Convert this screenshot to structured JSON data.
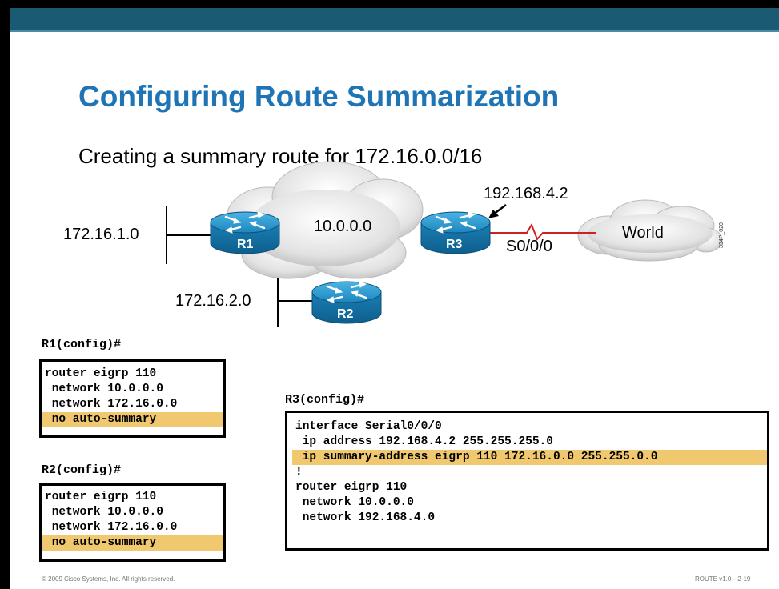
{
  "title": "Configuring Route Summarization",
  "subtitle": "Creating a summary route for 172.16.0.0/16",
  "diagram": {
    "networks": {
      "r1_lan": "172.16.1.0",
      "r2_lan": "172.16.2.0",
      "core": "10.0.0.0",
      "world": "World",
      "r3_ip": "192.168.4.2",
      "r3_serial": "S0/0/0"
    },
    "routers": {
      "r1": "R1",
      "r2": "R2",
      "r3": "R3"
    },
    "code": "334P_020"
  },
  "configs": {
    "r1": {
      "prompt": "R1(config)#",
      "lines": [
        "router eigrp 110",
        " network 10.0.0.0",
        " network 172.16.0.0",
        " no auto-summary"
      ]
    },
    "r2": {
      "prompt": "R2(config)#",
      "lines": [
        "router eigrp 110",
        " network 10.0.0.0",
        " network 172.16.0.0",
        " no auto-summary"
      ]
    },
    "r3": {
      "prompt": "R3(config)#",
      "lines": [
        "interface Serial0/0/0",
        " ip address 192.168.4.2 255.255.255.0",
        " ip summary-address eigrp 110 172.16.0.0 255.255.0.0",
        "!",
        "router eigrp 110",
        " network 10.0.0.0",
        " network 192.168.4.0"
      ]
    }
  },
  "footer": {
    "copyright": "© 2009 Cisco Systems, Inc. All rights reserved.",
    "course": "ROUTE v1.0—2-19"
  },
  "colors": {
    "title": "#1e74b5",
    "header_bar": "#1a5a72",
    "highlight": "#f0c870",
    "router": "#1f8fc4",
    "serial_link": "#cc2222"
  }
}
